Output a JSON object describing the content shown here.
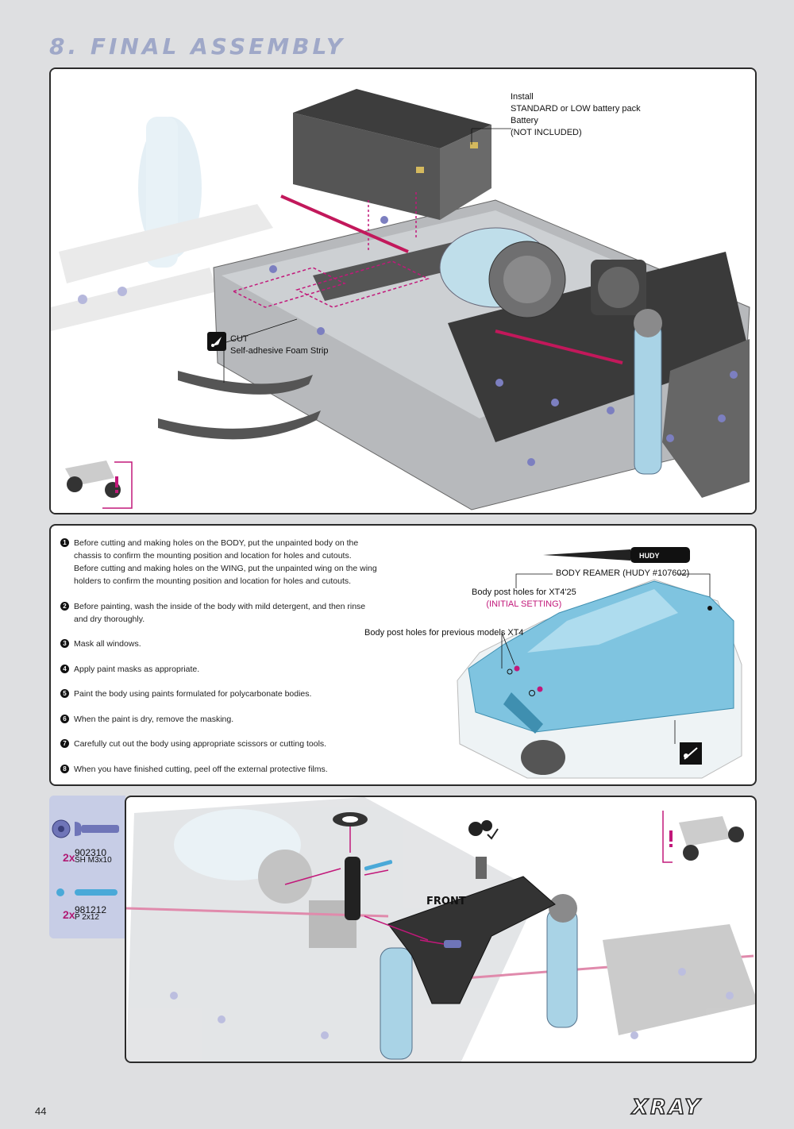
{
  "page": {
    "title": "8. FINAL ASSEMBLY",
    "page_number": "44",
    "brand": "XRAY"
  },
  "panel1": {
    "install_line1": "Install",
    "install_line2": "STANDARD or LOW battery pack",
    "battery_line1": "Battery",
    "battery_line2": "(NOT INCLUDED)",
    "cut_label": "CUT",
    "foam_label": "Self-adhesive Foam Strip"
  },
  "panel2": {
    "steps": [
      {
        "num": "1",
        "text": "Before cutting and making holes on the BODY, put the unpainted body on the chassis to confirm the mounting position and location for holes and cutouts. Before cutting and making holes on the WING, put the unpainted wing on the wing holders to confirm the mounting position and location for holes and cutouts."
      },
      {
        "num": "2",
        "text": "Before painting, wash the inside of the body with mild detergent, and then rinse and dry thoroughly."
      },
      {
        "num": "3",
        "text": "Mask all windows."
      },
      {
        "num": "4",
        "text": "Apply paint masks as appropriate."
      },
      {
        "num": "5",
        "text": "Paint the body using paints formulated for polycarbonate bodies."
      },
      {
        "num": "6",
        "text": "When the paint is dry, remove the masking."
      },
      {
        "num": "7",
        "text": "Carefully cut out the body using appropriate scissors or cutting tools."
      },
      {
        "num": "8",
        "text": "When you have finished cutting, peel off the external protective films."
      }
    ],
    "reamer_label": "BODY REAMER (HUDY #107602)",
    "reamer_brand": "HUDY",
    "holes_current_line1": "Body post holes for XT4'25",
    "holes_current_line2": "(INITIAL SETTING)",
    "holes_previous": "Body post holes for previous models XT4"
  },
  "panel3": {
    "parts": [
      {
        "qty": "2x",
        "code": "902310",
        "desc": "SH M3x10"
      },
      {
        "qty": "2x",
        "code": "981212",
        "desc": "P 2x12"
      }
    ],
    "front_label": "FRONT"
  },
  "colors": {
    "accent_magenta": "#c2187a",
    "title_color": "#9fa8c8",
    "body_blue": "#7fc4e0"
  }
}
